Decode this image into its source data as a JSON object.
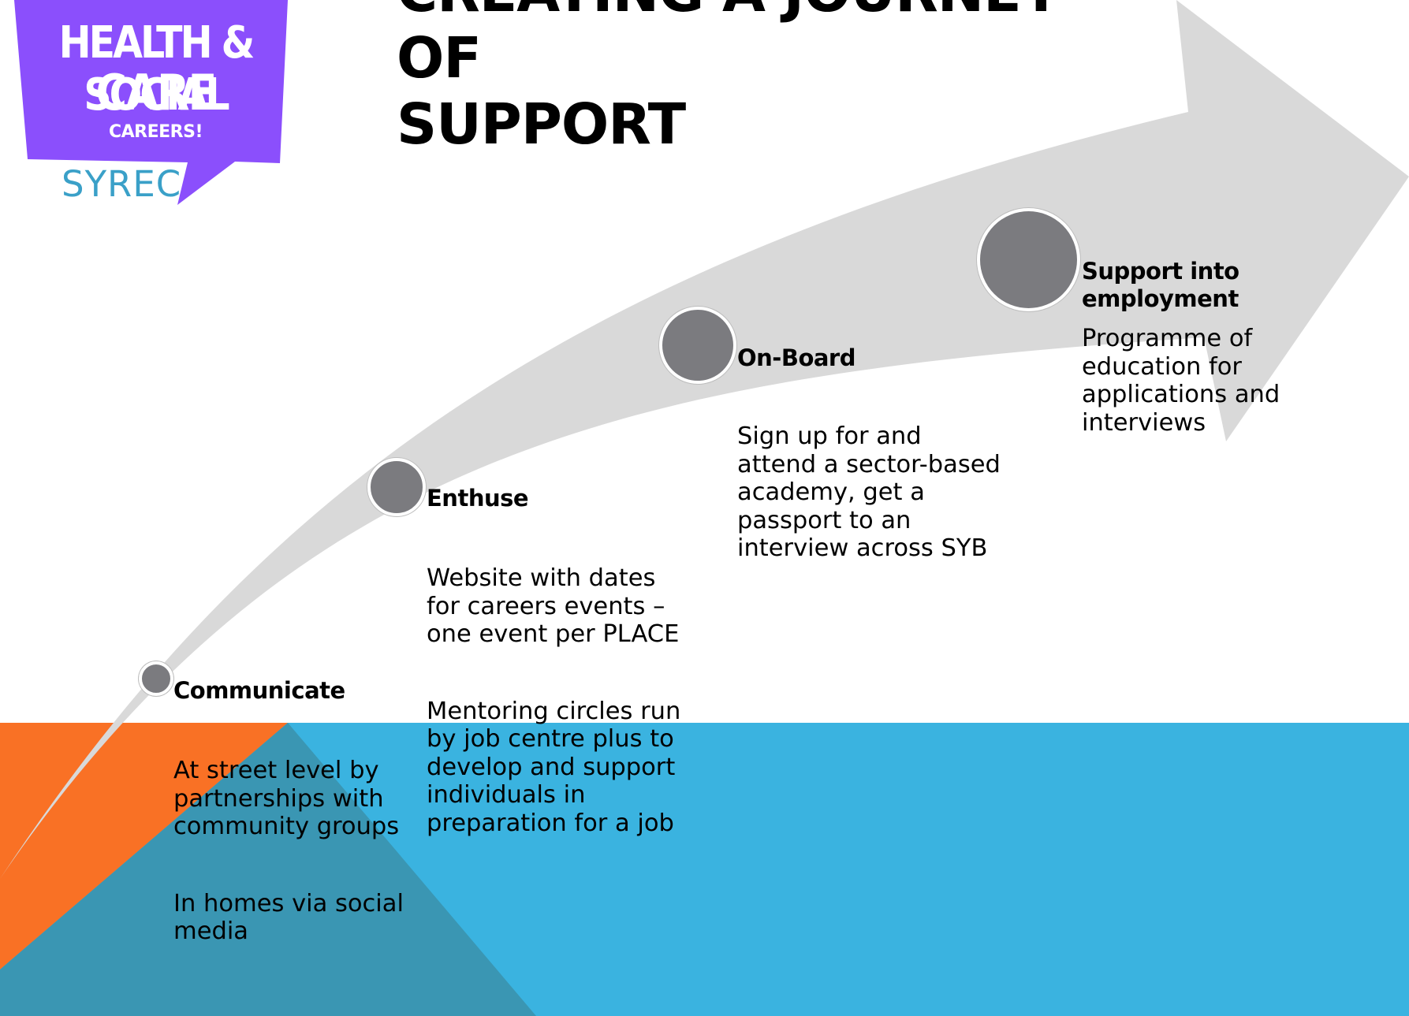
{
  "title_lines": [
    "CREATING A JOURNEY OF",
    "SUPPORT"
  ],
  "logo": {
    "line1": "HEALTH & SOCIAL",
    "line2": "CARE",
    "line3": "CAREERS!",
    "subtitle": "SYREC",
    "badge_color": "#8b4ffc"
  },
  "stages": [
    {
      "name": "Communicate",
      "paragraphs": [
        "At street level by partnerships with community groups",
        "In homes via social media"
      ]
    },
    {
      "name": "Enthuse",
      "paragraphs": [
        "Website with dates for careers events – one event per PLACE",
        "Mentoring circles run by job centre plus to develop and support individuals in preparation for a job"
      ]
    },
    {
      "name": "On-Board",
      "paragraphs": [
        "Sign up for and attend a sector-based academy, get a passport to an interview across SYB"
      ]
    },
    {
      "name": "Support into employment",
      "paragraphs": [
        "Programme of education for applications and interviews"
      ]
    }
  ],
  "colors": {
    "arrow": "#d9d9d9",
    "orange": "#f97125",
    "blue": "#3ab3e0",
    "teal": "#3a96b3",
    "dot": "#7b7b7f"
  }
}
